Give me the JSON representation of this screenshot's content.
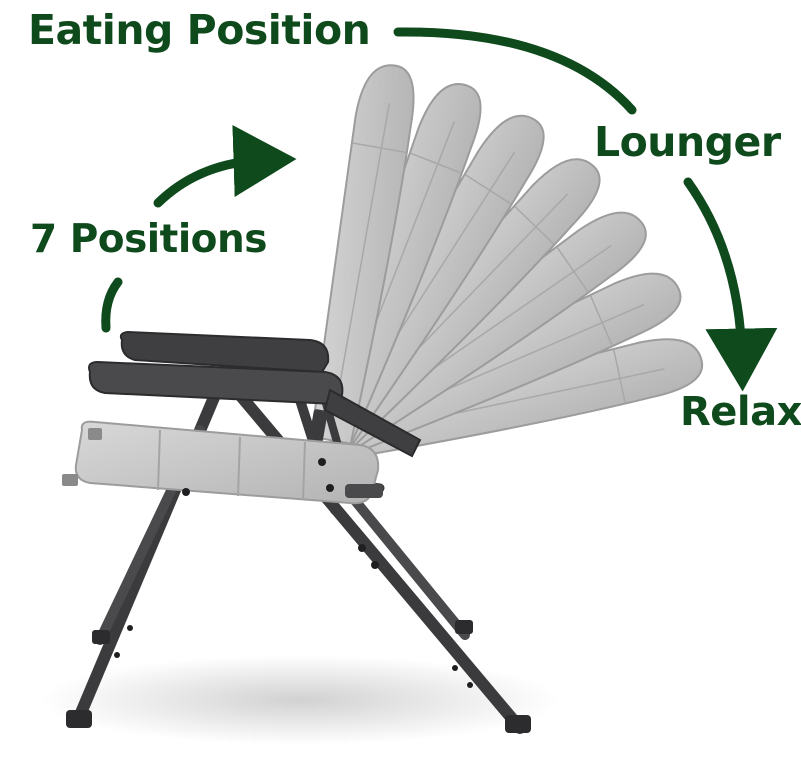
{
  "labels": {
    "eating": "Eating Position",
    "lounger": "Lounger",
    "positions": "7 Positions",
    "relax": "Relax"
  },
  "colors": {
    "label_text": "#0f4a1d",
    "arrow": "#0f4a1d",
    "frame": "#3b3b3d",
    "fabric": "#c9c9c9",
    "fabric_edge": "#9c9c9c"
  },
  "image": {
    "subject": "reclining chair",
    "backrest_position_count": 7
  }
}
